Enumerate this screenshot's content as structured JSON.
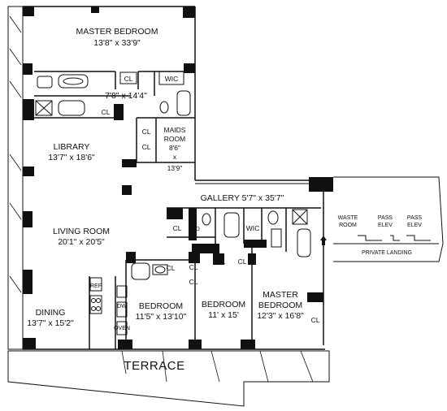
{
  "rooms": {
    "master_bedroom_1": {
      "name": "MASTER BEDROOM",
      "dims": "13'8\" x 33'9\""
    },
    "dressing": {
      "dims": "7'8\" x 14'4\""
    },
    "library": {
      "name": "LIBRARY",
      "dims": "13'7\" x 18'6\""
    },
    "maids_room": {
      "line1": "MAIDS",
      "line2": "ROOM",
      "line3": "8'6\"",
      "line4": "x",
      "line5": "13'9\""
    },
    "gallery": {
      "name": "GALLERY  5'7\" x 35'7\""
    },
    "living_room": {
      "name": "LIVING ROOM",
      "dims": "20'1\" x 20'5\""
    },
    "dining": {
      "name": "DINING",
      "dims": "13'7\" x 15'2\""
    },
    "bedroom_1": {
      "name": "BEDROOM",
      "dims": "11'5\" x 13'10\""
    },
    "bedroom_2": {
      "name": "BEDROOM",
      "dims": "11' x 15'"
    },
    "master_bedroom_2": {
      "name": "MASTER",
      "name2": "BEDROOM",
      "dims": "12'3\" x 16'8\""
    },
    "terrace": {
      "name": "TERRACE"
    },
    "waste_room": {
      "line1": "WASTE",
      "line2": "ROOM"
    },
    "pass_elev_1": {
      "line1": "PASS",
      "line2": "ELEV"
    },
    "pass_elev_2": {
      "line1": "PASS",
      "line2": "ELEV"
    },
    "private_landing": {
      "name": "PRIVATE LANDING"
    }
  },
  "fixtures": {
    "cl": "CL",
    "wic": "WIC",
    "wd": "WD",
    "ref": "REF",
    "dw": "DW",
    "oven": "OVEN"
  }
}
